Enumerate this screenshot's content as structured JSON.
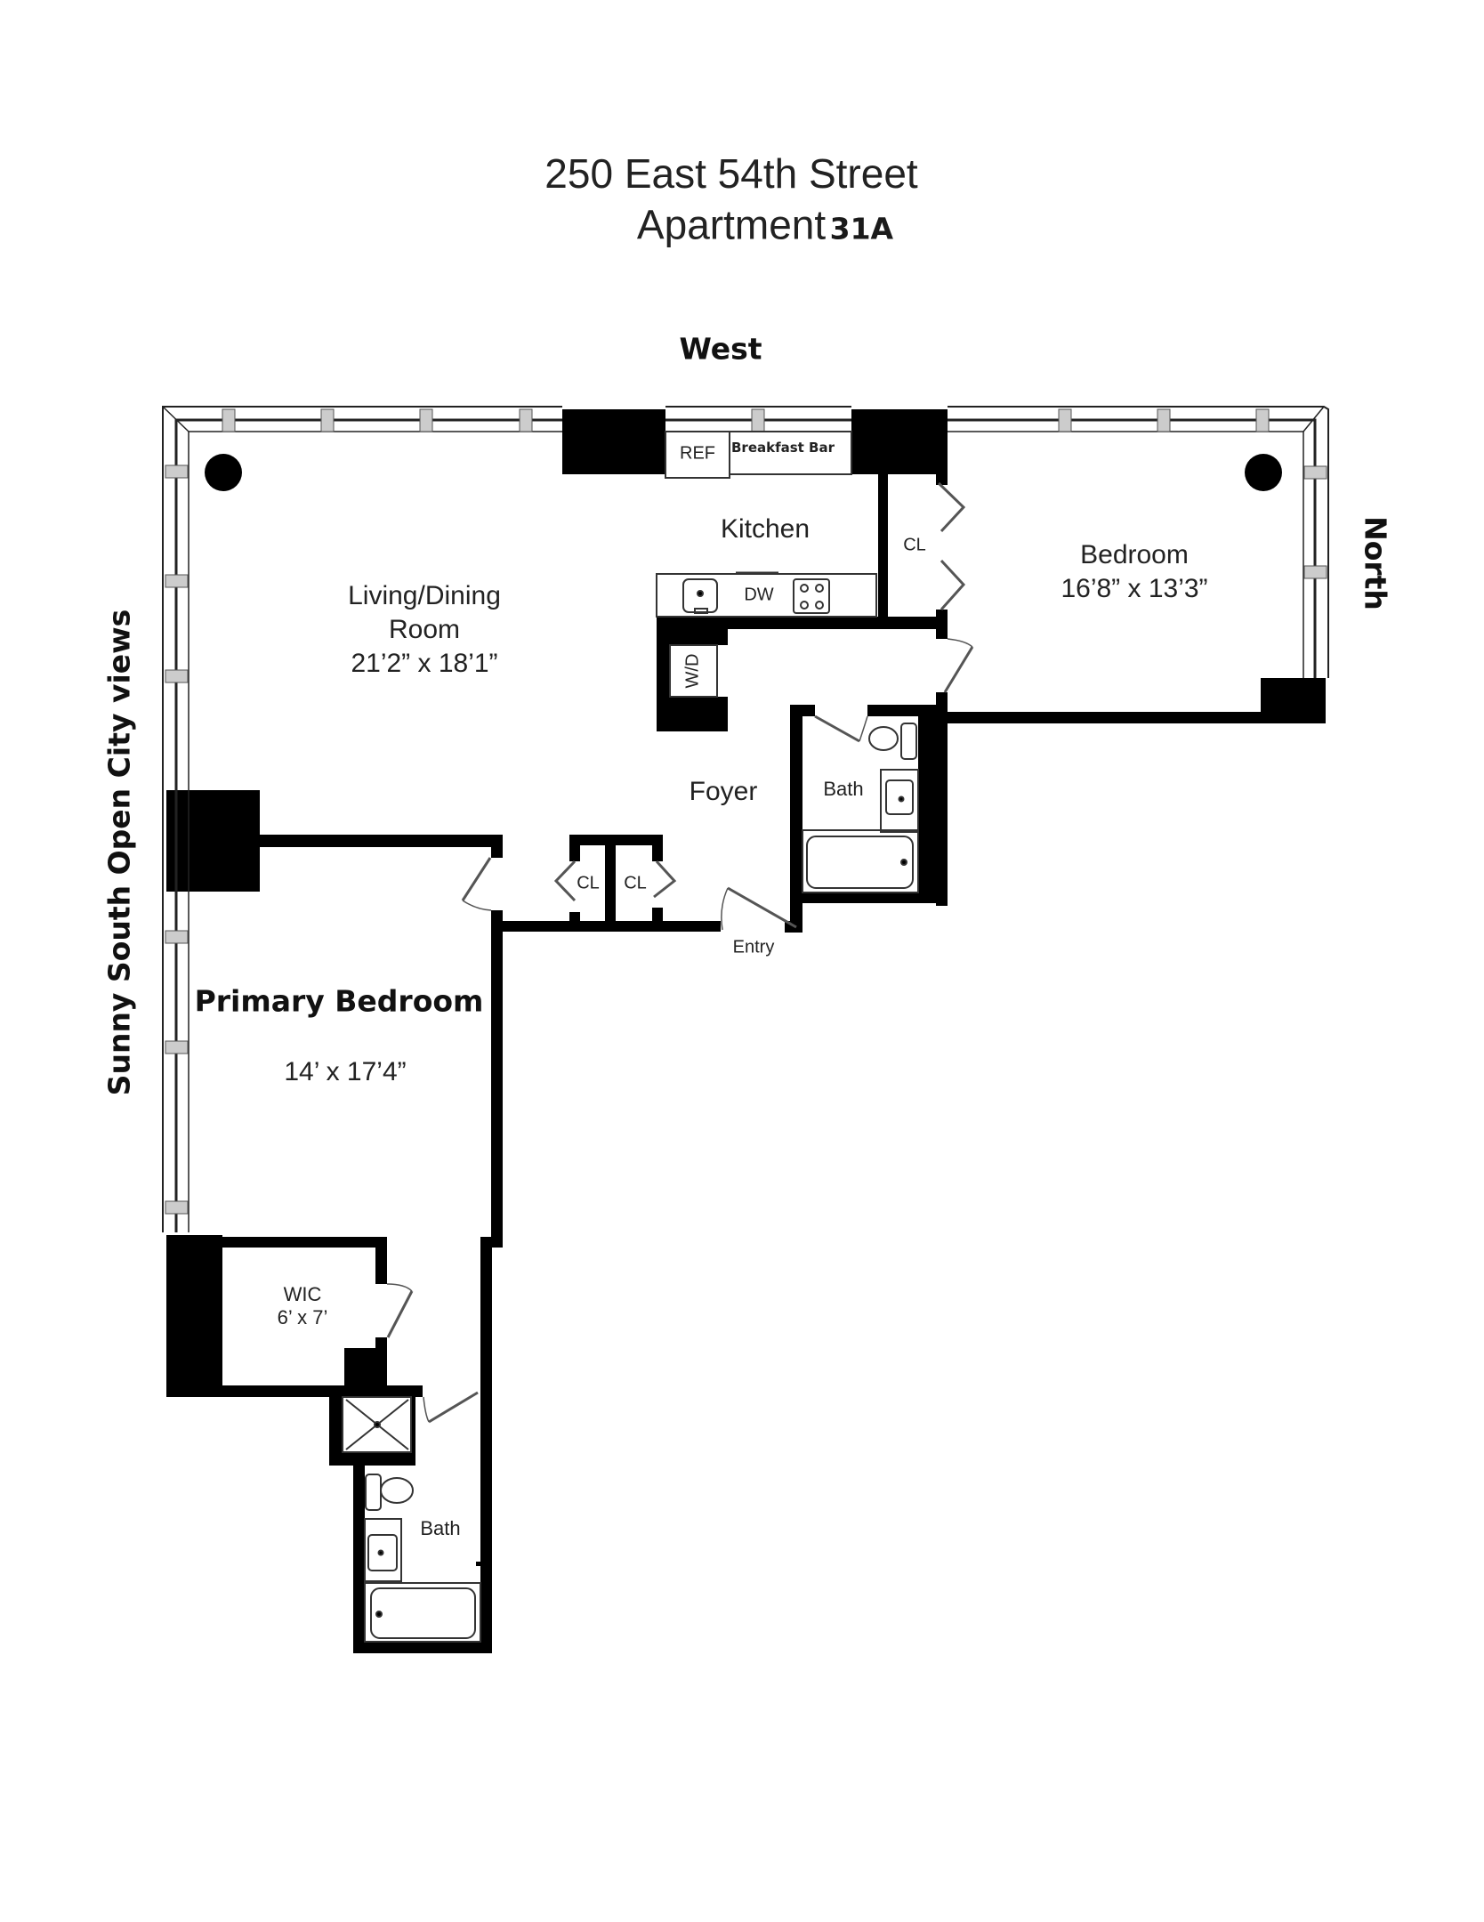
{
  "header": {
    "address": "250 East 54th Street",
    "apartment_label": "Apartment",
    "apartment_number": "31A"
  },
  "compass": {
    "top": "West",
    "right": "North",
    "left": "Sunny South Open City views"
  },
  "rooms": {
    "living": {
      "name_line1": "Living/Dining",
      "name_line2": "Room",
      "dimensions": "21’2” x 18’1”"
    },
    "kitchen": {
      "name": "Kitchen"
    },
    "bedroom": {
      "name": "Bedroom",
      "dimensions": "16’8” x 13’3”"
    },
    "foyer": {
      "name": "Foyer"
    },
    "bath_hall": {
      "name": "Bath"
    },
    "primary_bedroom": {
      "name": "Primary Bedroom",
      "dimensions": "14’ x 17’4”"
    },
    "wic": {
      "name": "WIC",
      "dimensions": "6’ x 7’"
    },
    "bath_primary": {
      "name": "Bath"
    }
  },
  "fixtures": {
    "refrigerator": "REF",
    "breakfast_bar": "Breakfast Bar",
    "dishwasher": "DW",
    "washer_dryer": "W/D",
    "closet_bedroom": "CL",
    "closet_foyer_1": "CL",
    "closet_foyer_2": "CL",
    "entry": "Entry"
  },
  "colors": {
    "wall": "#000000",
    "line": "#333333",
    "background": "#ffffff"
  }
}
